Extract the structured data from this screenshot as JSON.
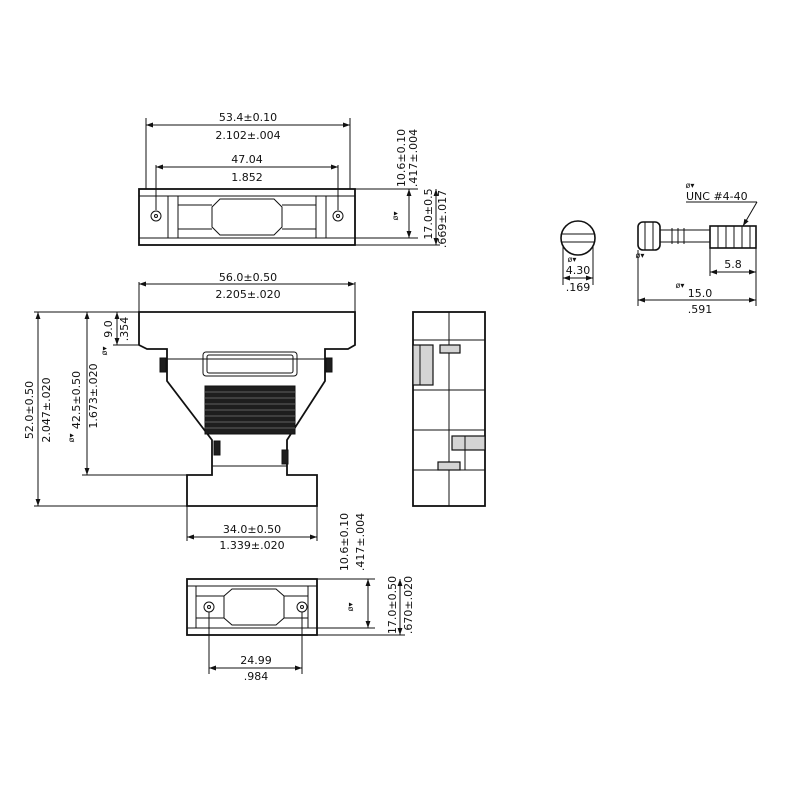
{
  "top_view": {
    "width_mm": "53.4±0.10",
    "width_in": "2.102±.004",
    "inner_mm": "47.04",
    "inner_in": "1.852",
    "thick_mm": "10.6±0.10",
    "thick_in": ".417±.004",
    "height_mm": "17.0±0.5",
    "height_in": ".669±.017",
    "ref_mark": "ø▾"
  },
  "front_view": {
    "width_mm": "56.0±0.50",
    "width_in": "2.205±.020",
    "top_mm": "9.0",
    "top_in": ".354",
    "mid_mm": "42.5±0.50",
    "mid_in": "1.673±.020",
    "total_mm": "52.0±0.50",
    "total_in": "2.047±.020",
    "base_mm": "34.0±0.50",
    "base_in": "1.339±.020",
    "ref_mark": "ø▾"
  },
  "bottom_view": {
    "thick_mm": "10.6±0.10",
    "thick_in": ".417±.004",
    "height_mm": "17.0±0.50",
    "height_in": ".670±.020",
    "inner_mm": "24.99",
    "inner_in": ".984",
    "ref_mark": "ø▾"
  },
  "screw": {
    "head_dia_mm": "4.30",
    "head_dia_in": ".169",
    "thread_label": "UNC  #4-40",
    "thread_len_mm": "5.8",
    "length_mm": "15.0",
    "length_in": ".591",
    "ref_mark": "ø▾"
  }
}
